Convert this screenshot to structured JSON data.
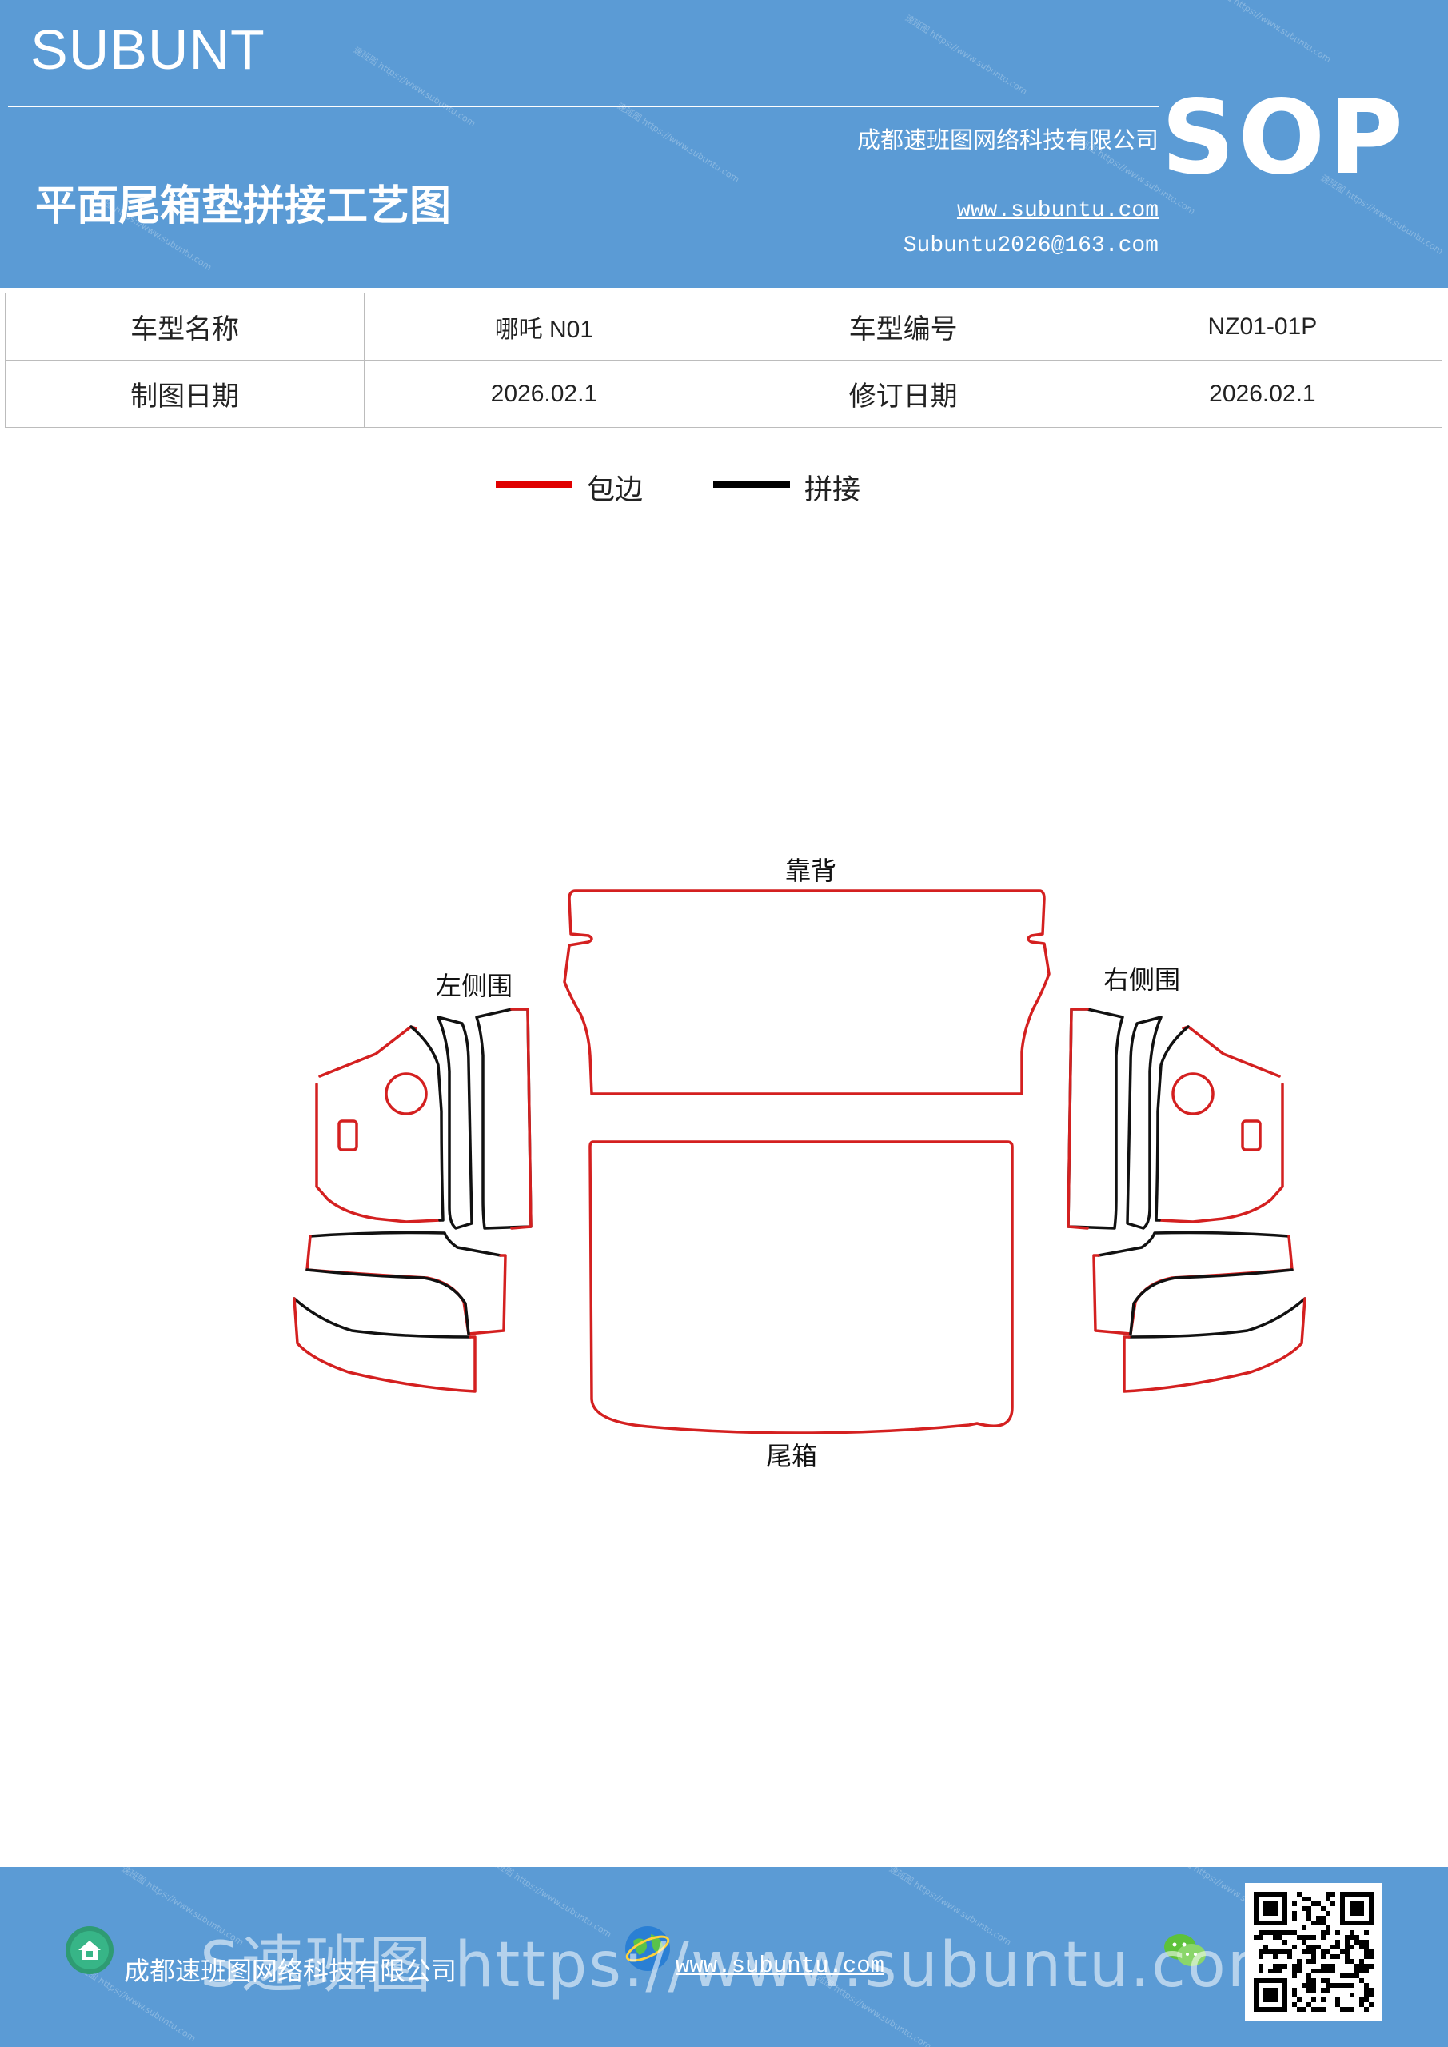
{
  "header": {
    "brand": "SUBUNT",
    "title": "平面尾箱垫拼接工艺图",
    "company": "成都速班图网络科技有限公司",
    "website": "www.subuntu.com",
    "email": "Subuntu2026@163.com",
    "badge": "SOP",
    "background_color": "#5b9bd5"
  },
  "info_table": {
    "rows": [
      {
        "label1": "车型名称",
        "value1": "哪吒 N01",
        "label2": "车型编号",
        "value2": "NZ01-01P"
      },
      {
        "label1": "制图日期",
        "value1": "2026.02.1",
        "label2": "修订日期",
        "value2": "2026.02.1"
      }
    ]
  },
  "legend": [
    {
      "label": "包边",
      "color": "#e00000"
    },
    {
      "label": "拼接",
      "color": "#000000"
    }
  ],
  "diagram": {
    "labels": {
      "back": "靠背",
      "left_side": "左侧围",
      "right_side": "右侧围",
      "trunk": "尾箱"
    },
    "edge_color": "#d42020",
    "seam_color": "#111111"
  },
  "footer": {
    "overlay_text": "S速班图 https://www.subuntu.com",
    "company": "成都速班图网络科技有限公司",
    "website": "www.subuntu.com",
    "icons": [
      "home-icon",
      "globe-icon",
      "wechat-icon",
      "qr-code"
    ]
  }
}
